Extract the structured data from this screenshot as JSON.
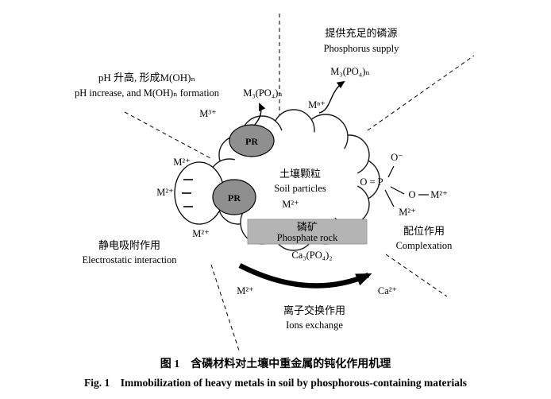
{
  "colors": {
    "ink": "#000000",
    "pr_fill": "#8f8f8f",
    "rock_fill": "#b4b4b4"
  },
  "sectors": {
    "ph": {
      "cn": "pH 升高, 形成M(OH)ₙ",
      "en": "pH increase, and M(OH)ₙ formation"
    },
    "supply": {
      "cn": "提供充足的磷源",
      "en": "Phosphorus supply"
    },
    "electrostatic": {
      "cn": "静电吸附作用",
      "en": "Electrostatic interaction"
    },
    "ion_exchange": {
      "cn": "离子交换作用",
      "en": "Ions exchange"
    },
    "complexation": {
      "cn": "配位作用",
      "en": "Complexation"
    }
  },
  "cloud": {
    "cn": "土壤颗粒",
    "en": "Soil particles"
  },
  "rock": {
    "cn": "磷矿",
    "en": "Phosphate rock"
  },
  "species": {
    "m3po4n": "M₃(PO₄)ₙ",
    "m3plus": "M³⁺",
    "mnplus": "Mⁿ⁺",
    "m2plus": "M²⁺",
    "ca3po42": "Ca₃(PO₄)₂",
    "ca2plus": "Ca²⁺",
    "pr": "PR",
    "o_minus": "O⁻",
    "o_double_p": "O = P",
    "o": "O"
  },
  "caption": {
    "cn": "图 1　含磷材料对土壤中重金属的钝化作用机理",
    "en": "Fig. 1　Immobilization of heavy metals in soil by phosphorous-containing materials"
  }
}
